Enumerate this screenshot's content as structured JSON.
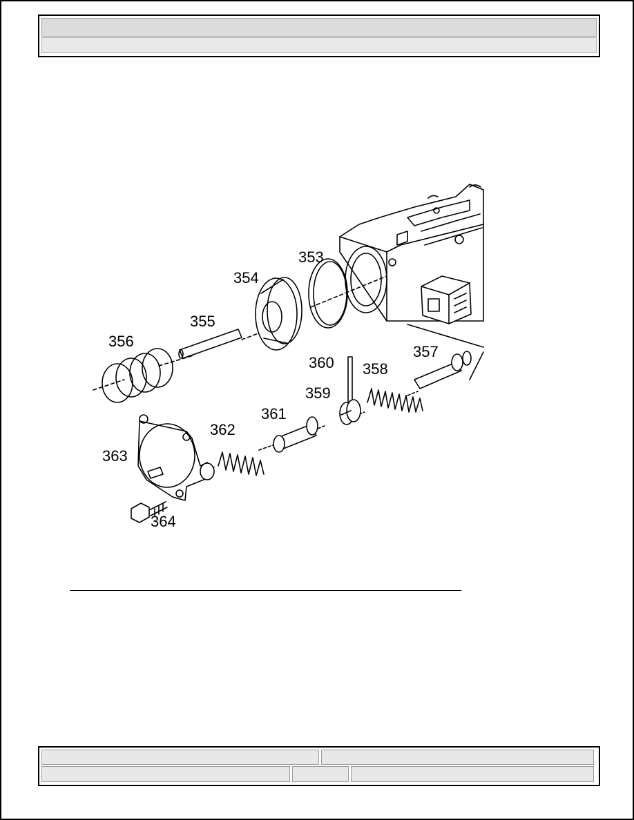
{
  "figure": {
    "callouts": [
      "353",
      "354",
      "355",
      "356",
      "357",
      "358",
      "359",
      "360",
      "361",
      "362",
      "363",
      "364"
    ]
  }
}
